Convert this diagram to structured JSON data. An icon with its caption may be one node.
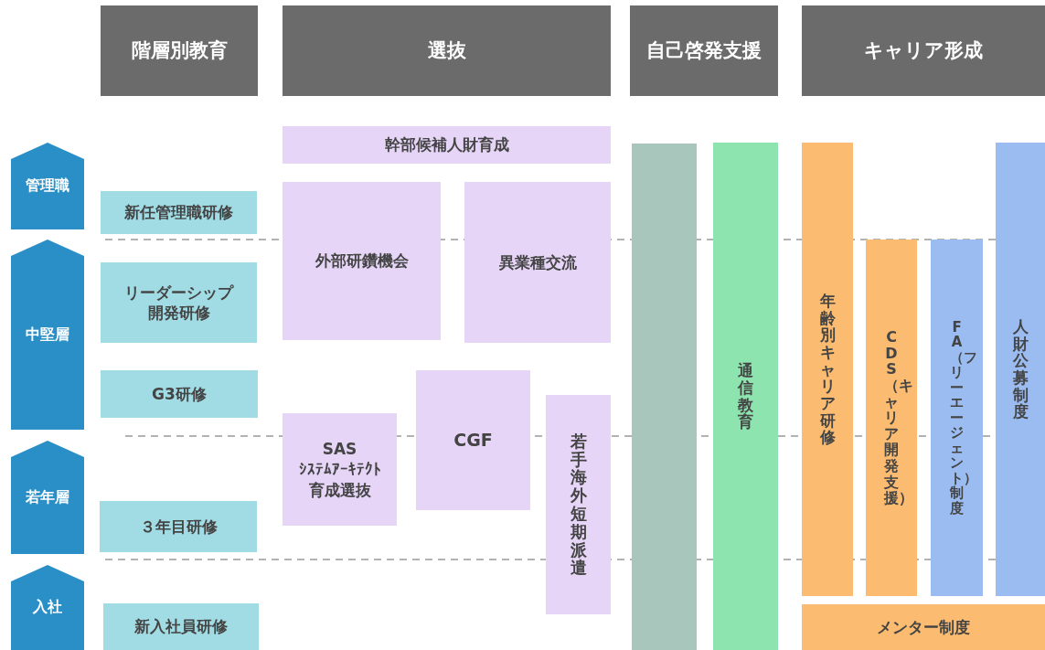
{
  "diagram": {
    "nodes": [
      {
        "text": [
          "階層別教育"
        ]
      },
      {
        "text": [
          "選抜"
        ]
      },
      {
        "text": [
          "自己啓発支援"
        ]
      },
      {
        "text": [
          "キャリア形成"
        ]
      },
      {
        "text": [
          "管理職"
        ]
      },
      {
        "text": [
          "中堅層"
        ]
      },
      {
        "text": [
          "若年層"
        ]
      },
      {
        "text": [
          "入社"
        ]
      },
      {
        "text": [
          "新任管理職研修"
        ]
      },
      {
        "text": [
          "リーダーシップ開発研修"
        ]
      },
      {
        "text": [
          "G3研修"
        ]
      },
      {
        "text": [
          "３年目研修"
        ]
      },
      {
        "text": [
          "新入社員研修"
        ]
      },
      {
        "text": [
          "幹部候補人財育成"
        ]
      },
      {
        "text": [
          "外部研鑽機会"
        ]
      },
      {
        "text": [
          "異業種交流"
        ]
      },
      {
        "text": [
          "SAS",
          "ｼｽﾃﾑｱｰｷﾃｸﾄ育成選抜"
        ]
      },
      {
        "text": [
          "CGF"
        ]
      },
      {
        "text": [
          "若手海外短期派遣"
        ]
      },
      {
        "text": [],
        "shape": "bar"
      },
      {
        "text": [
          "通信教育"
        ]
      },
      {
        "text": [
          "年齢別キャリア研修"
        ]
      },
      {
        "text": [
          "CDS（キャリア開発支援）"
        ]
      },
      {
        "text": [
          "FA（フリーエージェント）制度"
        ]
      },
      {
        "text": [
          "人財公募制度"
        ]
      },
      {
        "text": [
          "メンター制度"
        ]
      }
    ]
  }
}
